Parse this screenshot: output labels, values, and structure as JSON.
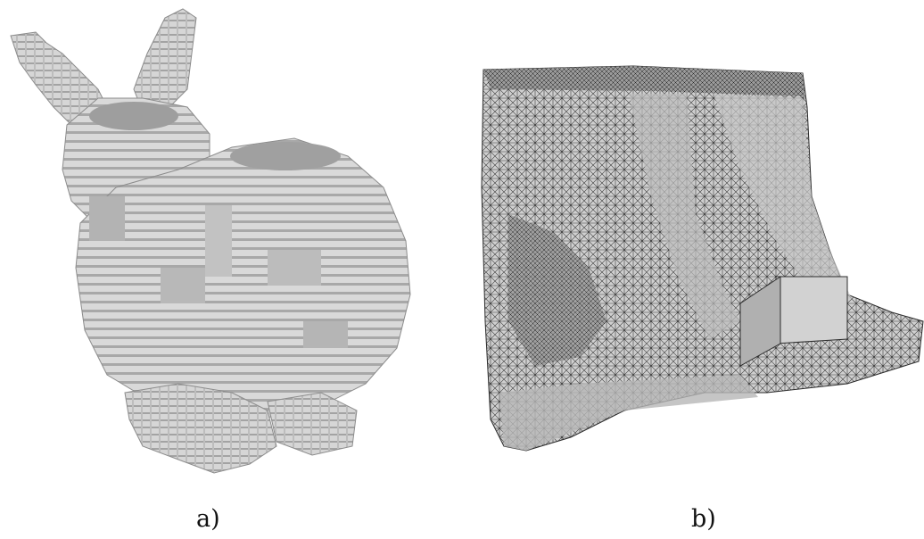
{
  "figure": {
    "panels": [
      {
        "label": "a)",
        "content": "voxelized-bunny-render"
      },
      {
        "label": "b)",
        "content": "triangulated-mesh-render"
      }
    ],
    "colors": {
      "voxel_light": "#d6d6d6",
      "voxel_shadow": "#9a9a9a",
      "mesh_fill": "#c9c9c9",
      "mesh_line": "#2b2b2b",
      "background": "#ffffff"
    }
  }
}
